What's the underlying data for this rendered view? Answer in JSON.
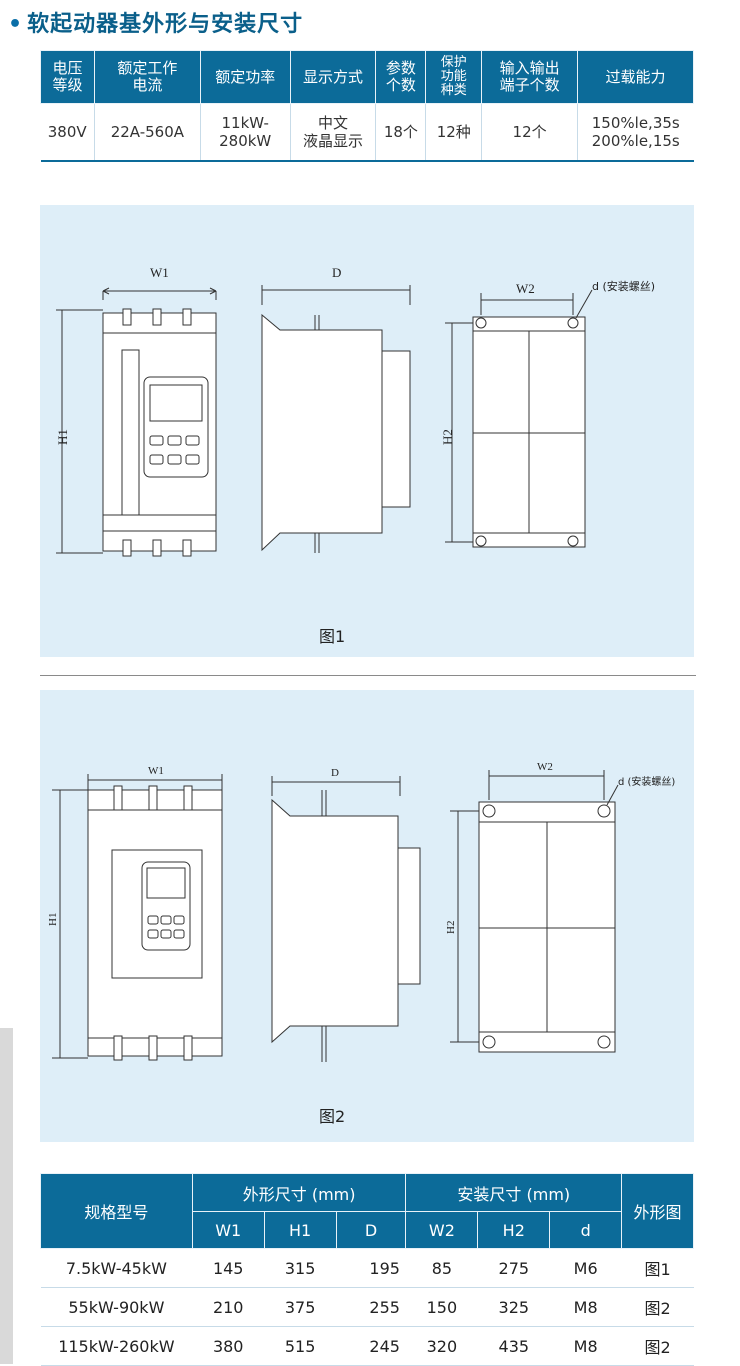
{
  "title": "软起动器基外形与安装尺寸",
  "spec_table": {
    "headers": [
      "电压\n等级",
      "额定工作\n电流",
      "额定功率",
      "显示方式",
      "参数\n个数",
      "保护\n功能\n种类",
      "输入输出\n端子个数",
      "过载能力"
    ],
    "row": [
      "380V",
      "22A-560A",
      "11kW-\n280kW",
      "中文\n液晶显示",
      "18个",
      "12种",
      "12个",
      "150%le,35s\n200%le,15s"
    ]
  },
  "figure1": {
    "caption": "图1",
    "labels": {
      "w1": "W1",
      "d": "D",
      "w2": "W2",
      "h1": "H1",
      "h2": "H2",
      "screw": "d (安装螺丝)"
    }
  },
  "figure2": {
    "caption": "图2",
    "labels": {
      "w1": "W1",
      "d": "D",
      "w2": "W2",
      "h1": "H1",
      "h2": "H2",
      "screw": "d (安装螺丝)"
    }
  },
  "dim_table": {
    "model_header": "规格型号",
    "outer_header": "外形尺寸 (mm)",
    "mount_header": "安装尺寸 (mm)",
    "figure_header": "外形图",
    "sub_headers": [
      "W1",
      "H1",
      "D",
      "W2",
      "H2",
      "d"
    ],
    "rows": [
      {
        "model": "7.5kW-45kW",
        "w1": "145",
        "h1": "315",
        "d": "195",
        "w2": "85",
        "h2": "275",
        "screw": "M6",
        "figure": "图1"
      },
      {
        "model": "55kW-90kW",
        "w1": "210",
        "h1": "375",
        "d": "255",
        "w2": "150",
        "h2": "325",
        "screw": "M8",
        "figure": "图2"
      },
      {
        "model": "115kW-260kW",
        "w1": "380",
        "h1": "515",
        "d": "245",
        "w2": "320",
        "h2": "435",
        "screw": "M8",
        "figure": "图2"
      }
    ]
  },
  "colors": {
    "header_blue": "#0c6b99",
    "panel_bg": "#deeef8",
    "title_blue": "#0a5f8a"
  }
}
